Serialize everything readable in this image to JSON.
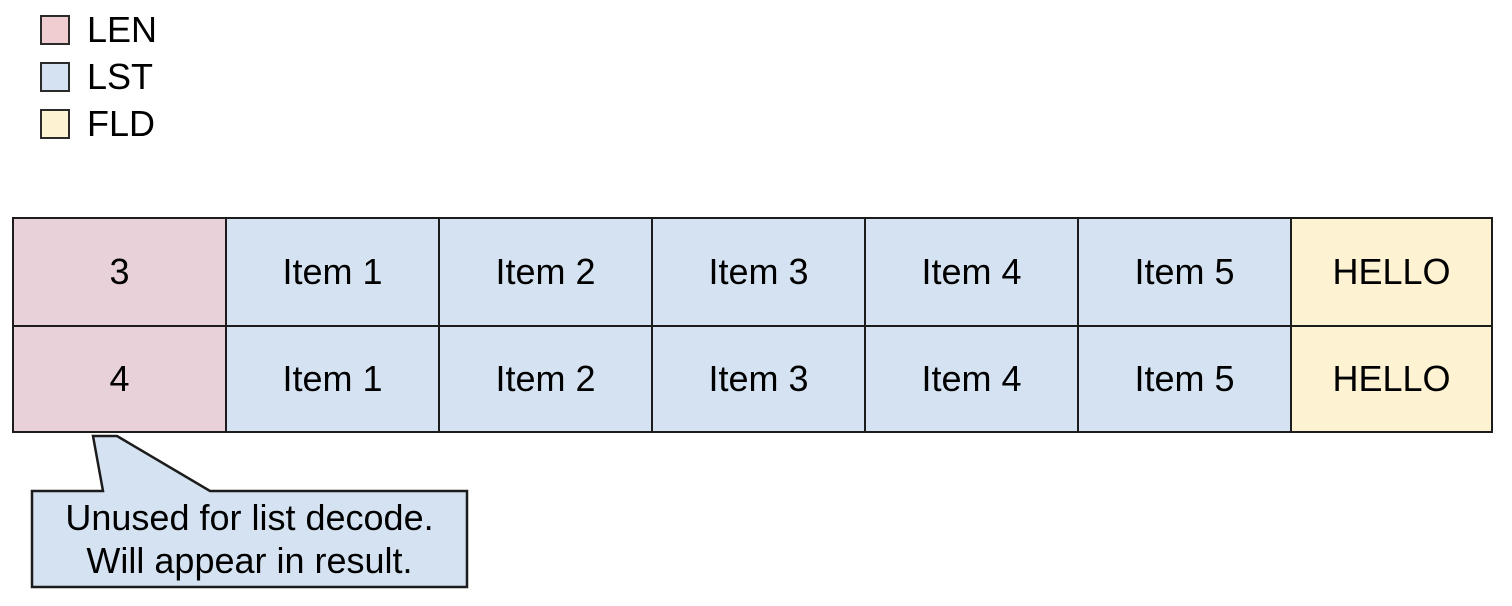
{
  "legend": {
    "items": [
      {
        "label": "LEN",
        "color": "#f0cdd1"
      },
      {
        "label": "LST",
        "color": "#d5e2f1"
      },
      {
        "label": "FLD",
        "color": "#fdf3d2"
      }
    ]
  },
  "table": {
    "rows": [
      {
        "cells": [
          {
            "text": "3",
            "type": "LEN"
          },
          {
            "text": "Item 1",
            "type": "LST"
          },
          {
            "text": "Item 2",
            "type": "LST"
          },
          {
            "text": "Item 3",
            "type": "LST"
          },
          {
            "text": "Item 4",
            "type": "LST"
          },
          {
            "text": "Item 5",
            "type": "LST"
          },
          {
            "text": "HELLO",
            "type": "FLD"
          }
        ]
      },
      {
        "cells": [
          {
            "text": "4",
            "type": "LEN"
          },
          {
            "text": "Item 1",
            "type": "LST"
          },
          {
            "text": "Item 2",
            "type": "LST"
          },
          {
            "text": "Item 3",
            "type": "LST"
          },
          {
            "text": "Item 4",
            "type": "LST"
          },
          {
            "text": "Item 5",
            "type": "LST"
          },
          {
            "text": "HELLO",
            "type": "FLD"
          }
        ]
      }
    ]
  },
  "callout": {
    "line1": "Unused for list decode.",
    "line2": "Will appear in result.",
    "fill": "#d5e2f1",
    "points_to": "row-2 LEN cell (4)"
  },
  "colors": {
    "legend_len": "#f0cdd1",
    "cell_len": "#e9d1da",
    "lst": "#d5e2f1",
    "fld": "#fdf3d2",
    "border": "#1c1c1c",
    "background": "#ffffff"
  }
}
